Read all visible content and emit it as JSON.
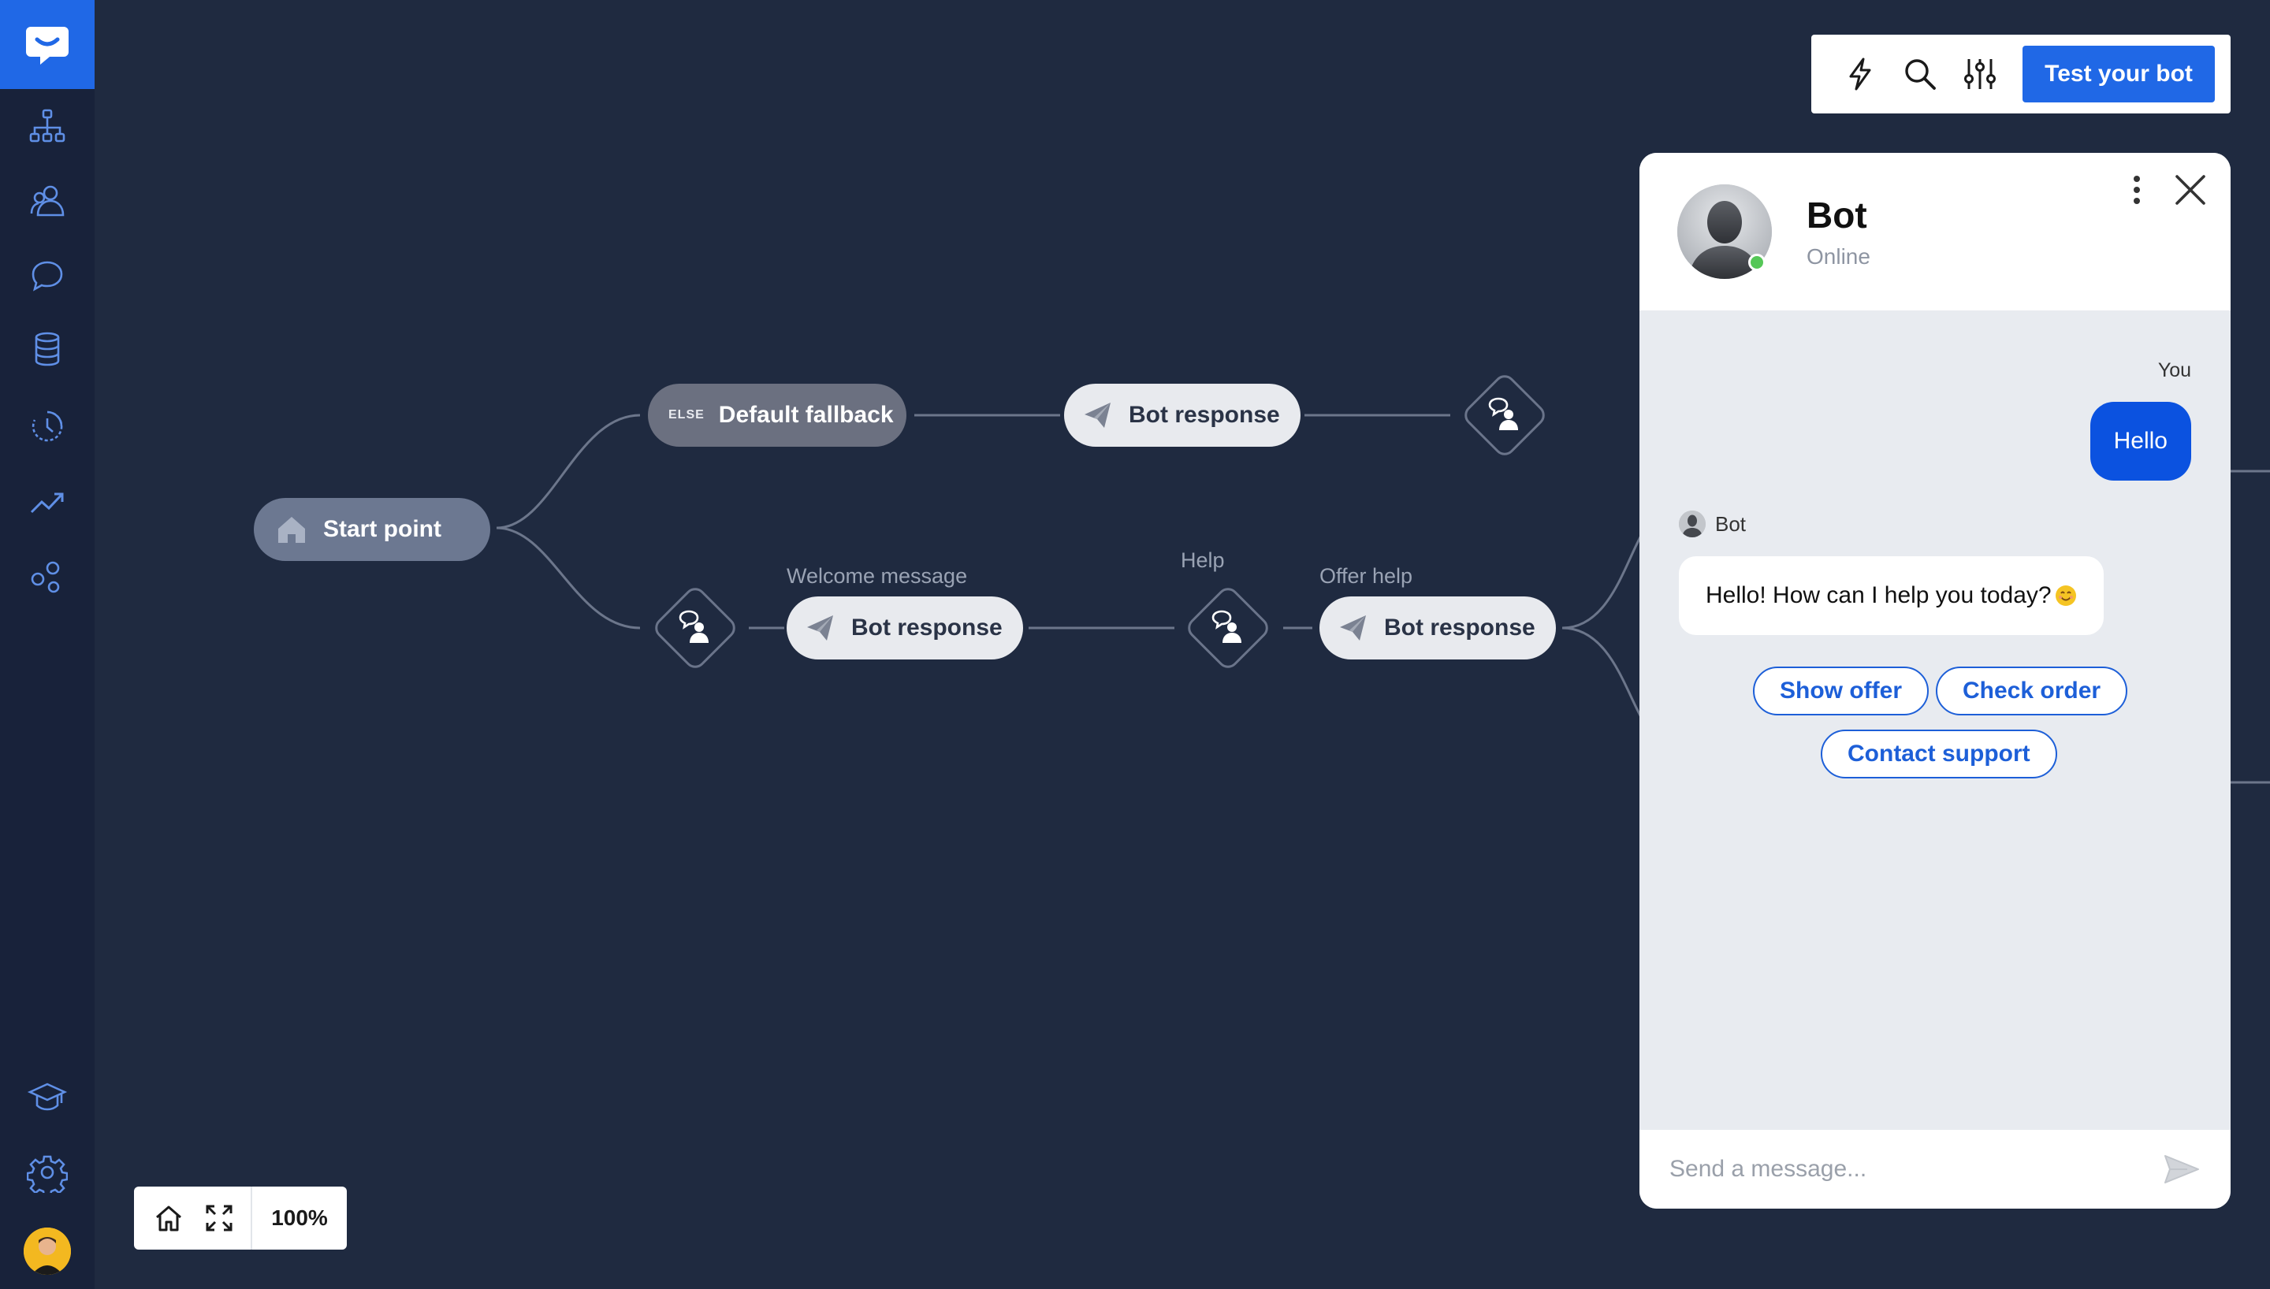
{
  "toolbar": {
    "icons": [
      "lightning-icon",
      "search-icon",
      "sliders-icon"
    ],
    "test_button_label": "Test your bot"
  },
  "sidebar": {
    "items": [
      {
        "name": "stories-icon"
      },
      {
        "name": "users-icon"
      },
      {
        "name": "chat-icon"
      },
      {
        "name": "database-icon"
      },
      {
        "name": "history-icon"
      },
      {
        "name": "analytics-icon"
      },
      {
        "name": "integrations-icon"
      },
      {
        "name": "learning-icon"
      },
      {
        "name": "settings-icon"
      }
    ]
  },
  "flow": {
    "start_label": "Start point",
    "fallback_tag": "ELSE",
    "fallback_label": "Default fallback",
    "top_response_label": "Bot response",
    "welcome_caption": "Welcome message",
    "welcome_response_label": "Bot response",
    "help_caption": "Help",
    "offer_caption": "Offer help",
    "offer_response_label": "Bot response"
  },
  "zoom": {
    "value": "100%"
  },
  "chat": {
    "bot_name": "Bot",
    "bot_status": "Online",
    "you_label": "You",
    "user_message": "Hello",
    "bot_label": "Bot",
    "bot_message": "Hello! How can I help you today?",
    "quick_replies": [
      "Show offer",
      "Check order",
      "Contact support"
    ],
    "input_placeholder": "Send a message..."
  },
  "colors": {
    "background": "#1f2a40",
    "sidebar": "#18223a",
    "accent": "#2068e6",
    "user_bubble": "#0b52e0",
    "online": "#55c757"
  }
}
